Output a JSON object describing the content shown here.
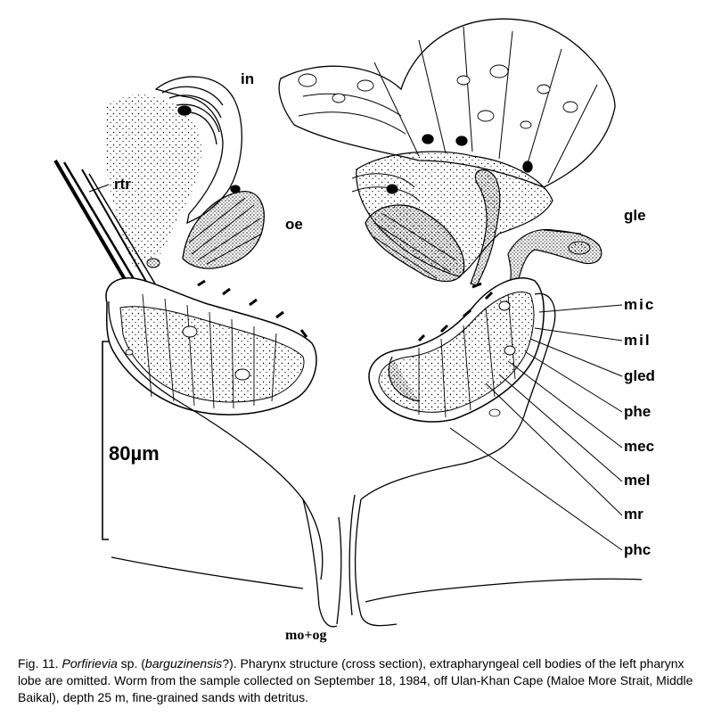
{
  "labels": {
    "in": "in",
    "oe": "oe",
    "rtr": "rtr",
    "gle": "gle",
    "mic": "mic",
    "mil": "mil",
    "gled": "gled",
    "phe": "phe",
    "mec": "mec",
    "mel": "mel",
    "mr": "mr",
    "phc": "phc",
    "mo_og": "mo+og",
    "scale": "80µm"
  },
  "caption": {
    "fig": "Fig. 11.",
    "genus": "Porfirievia",
    "sp": " sp. (",
    "species": "barguzinensis",
    "rest": "?). Pharynx structure (cross section), extrapharyngeal cell bodies of the left pharynx lobe are omitted. Worm from the sample collected on September 18, 1984, off Ulan-Khan Cape (Maloe More Strait, Middle Baikal), depth 25 m, fine-grained sands with detritus."
  }
}
